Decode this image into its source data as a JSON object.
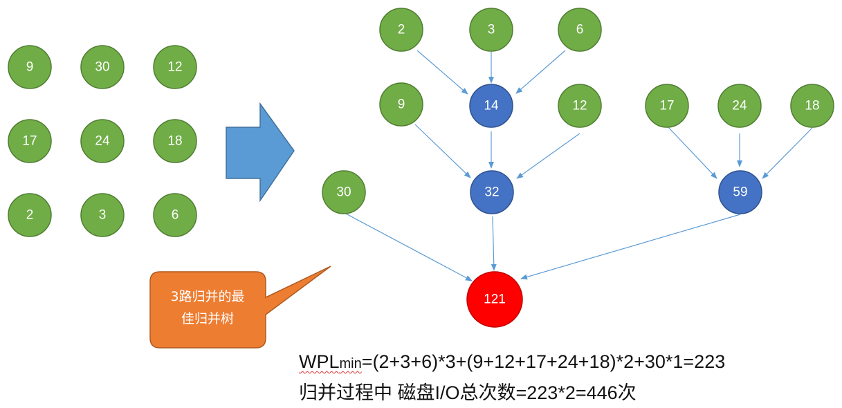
{
  "colors": {
    "leaf": "#70ad47",
    "leaf_stroke": "#507e32",
    "internal": "#4472c4",
    "internal_stroke": "#2f528f",
    "root": "#ff0000",
    "root_stroke": "#c00000",
    "edge": "#5b9bd5",
    "arrow": "#5b9bd5",
    "callout": "#ed7d31"
  },
  "left_grid": {
    "nodes": [
      "9",
      "30",
      "12",
      "17",
      "24",
      "18",
      "2",
      "3",
      "6"
    ]
  },
  "tree": {
    "leaves": [
      "2",
      "3",
      "6",
      "9",
      "12",
      "17",
      "24",
      "18",
      "30"
    ],
    "internal": [
      "14",
      "32",
      "59"
    ],
    "root": "121"
  },
  "callout": {
    "line1": "3路归并的最",
    "line2": "佳归并树"
  },
  "formula": {
    "wpl_main": "WPL",
    "wpl_sub": "min",
    "wpl_expr": "=(2+3+6)*3+(9+12+17+24+18)*2+30*1=223",
    "io_text": "归并过程中 磁盘I/O总次数=223*2=446次"
  }
}
